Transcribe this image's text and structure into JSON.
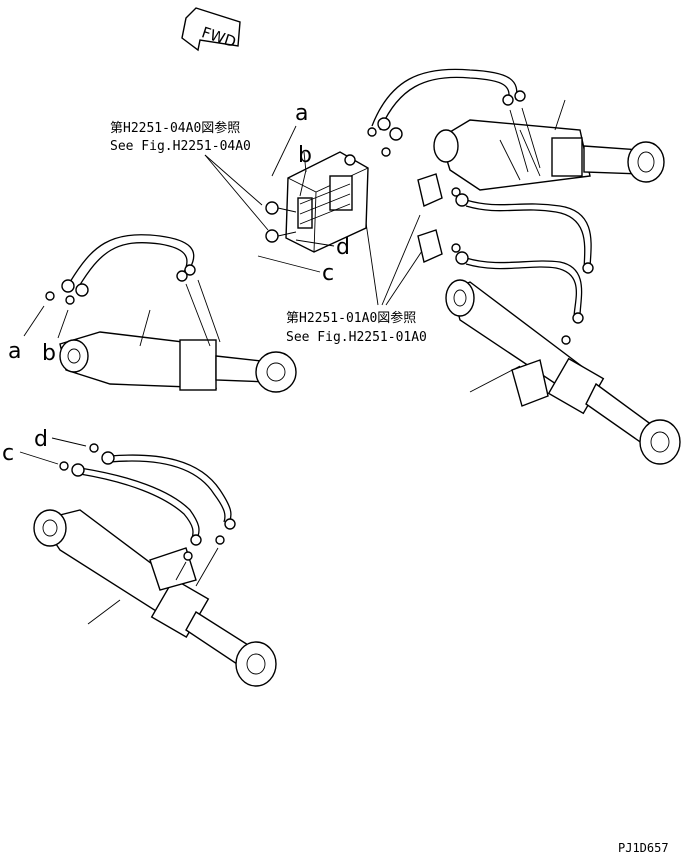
{
  "fwd_label": "FWD",
  "refs": {
    "upper": {
      "jp": "第H2251-04A0図参照",
      "en": "See Fig.H2251-04A0"
    },
    "lower": {
      "jp": "第H2251-01A0図参照",
      "en": "See Fig.H2251-01A0"
    }
  },
  "letters": {
    "a_top": "a",
    "b_top": "b",
    "c_top": "c",
    "d_top": "d",
    "a_left": "a",
    "b_left": "b",
    "d_lower": "d",
    "c_lower": "c"
  },
  "drawing_code": "PJ1D657"
}
